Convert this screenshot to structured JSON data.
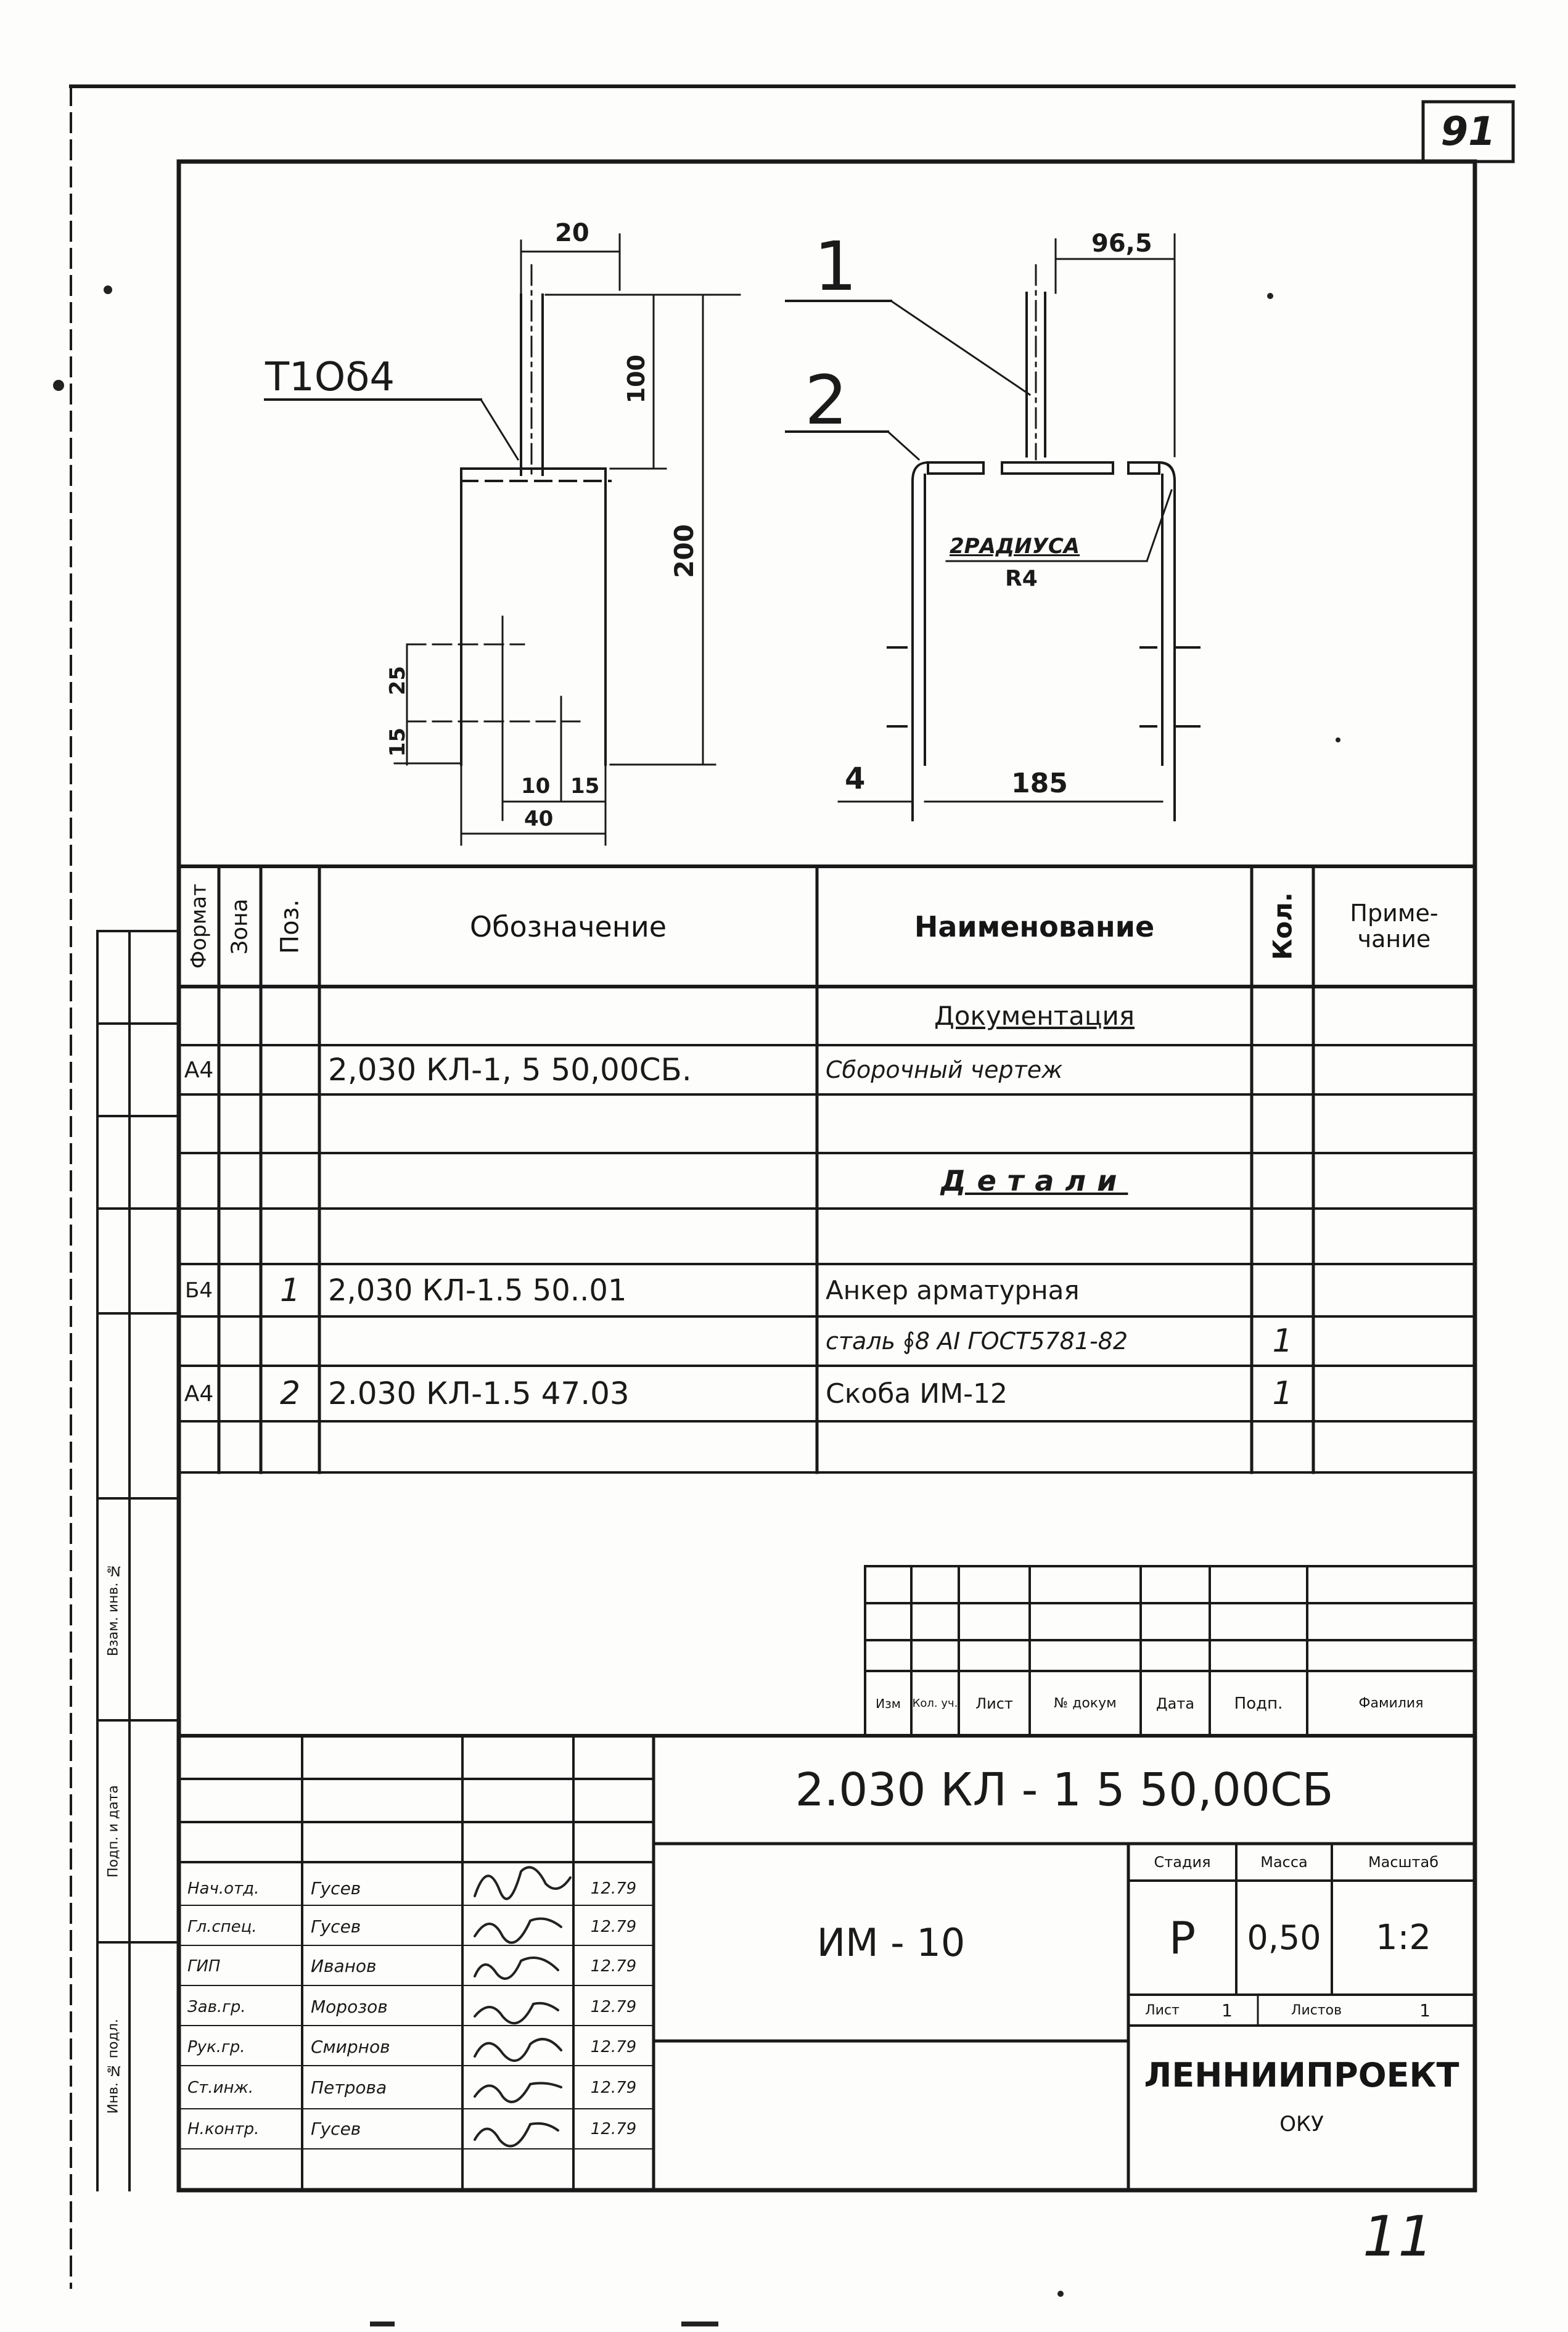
{
  "sheet_number": "91",
  "page_mark": "11",
  "drawing": {
    "weld_label": "T1Oδ4",
    "dims": {
      "d20": "20",
      "d100": "100",
      "d200": "200",
      "d25": "25",
      "d15v": "15",
      "d10": "10",
      "d15h": "15",
      "d40": "40",
      "d96_5": "96,5",
      "d4": "4",
      "d185": "185"
    },
    "leader_1": "1",
    "leader_2": "2",
    "radius_note_1": "2РАДИУСА",
    "radius_note_2": "R4"
  },
  "spec": {
    "headers": {
      "format": "Формат",
      "zone": "Зона",
      "pos": "Поз.",
      "designation": "Обозначение",
      "name": "Наименование",
      "qty": "Кол.",
      "note": "Приме-чание"
    },
    "rows": [
      {
        "format": "",
        "pos": "",
        "designation": "",
        "name": "Документация",
        "qty": "",
        "underline": true
      },
      {
        "format": "A4",
        "pos": "",
        "designation": "2,030 КЛ-1, 5  50,00СБ.",
        "name": "Сборочный чертеж",
        "qty": ""
      },
      {
        "format": "",
        "pos": "",
        "designation": "",
        "name": "",
        "qty": ""
      },
      {
        "format": "",
        "pos": "",
        "designation": "",
        "name": "Детали",
        "qty": "",
        "underline": true
      },
      {
        "format": "",
        "pos": "",
        "designation": "",
        "name": "",
        "qty": ""
      },
      {
        "format": "Б4",
        "pos": "1",
        "designation": "2,030 КЛ-1.5  50..01",
        "name": "Анкер арматурная",
        "qty": ""
      },
      {
        "format": "",
        "pos": "",
        "designation": "",
        "name": "сталь ∮8 АI ГОСТ5781-82",
        "qty": "1"
      },
      {
        "format": "A4",
        "pos": "2",
        "designation": "2.030 КЛ-1.5  47.03",
        "name": "Скоба ИМ-12",
        "qty": "1"
      },
      {
        "format": "",
        "pos": "",
        "designation": "",
        "name": "",
        "qty": ""
      }
    ]
  },
  "rev_headers": {
    "izm": "Изм",
    "kol_uch": "Кол. уч.",
    "list": "Лист",
    "doc": "№ докум",
    "date": "Дата",
    "sign": "Подп.",
    "surname": "Фамилия"
  },
  "title_block": {
    "code": "2.030  КЛ - 1   5  50,00СБ",
    "item_name": "ИМ - 10",
    "stage_label": "Стадия",
    "mass_label": "Масса",
    "scale_label": "Масштаб",
    "stage": "Р",
    "mass": "0,50",
    "scale": "1:2",
    "sheet_label": "Лист",
    "sheet_value": "1",
    "sheets_label": "Листов",
    "sheets_value": "1",
    "org": "ЛЕННИИПРОЕКТ",
    "org_sub": "ОКУ",
    "roles": [
      "Нач.отд.",
      "Гл.спец.",
      "ГИП",
      "Зав.гр.",
      "Рук.гр.",
      "Ст.инж.",
      "Н.контр."
    ],
    "names": [
      "Гусев",
      "Гусев",
      "Иванов",
      "Морозов",
      "Смирнов",
      "Петрова",
      "Гусев"
    ],
    "dates": [
      "12.79",
      "12.79",
      "12.79",
      "12.79",
      "12.79",
      "12.79",
      "12.79"
    ]
  },
  "side_labels": {
    "inv_orig": "Инв. № подл.",
    "sign_date": "Подп. и дата",
    "inv_dup": "Взам. инв. №"
  }
}
